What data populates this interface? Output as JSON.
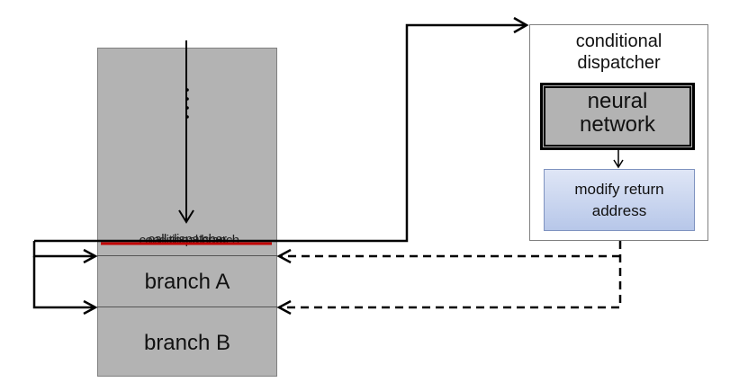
{
  "code_block": {
    "overlap_labels": [
      "call dispatcher",
      "conditional branch"
    ],
    "branch_a_label": "branch A",
    "branch_b_label": "branch B"
  },
  "dispatcher": {
    "title_line1": "conditional",
    "title_line2": "dispatcher",
    "neural_network_line1": "neural",
    "neural_network_line2": "network",
    "modify_line1": "modify return",
    "modify_line2": "address"
  },
  "colors": {
    "block_gray": "#b3b3b3",
    "strike_red": "#c00000",
    "modify_blue": "#b7c7e9"
  }
}
